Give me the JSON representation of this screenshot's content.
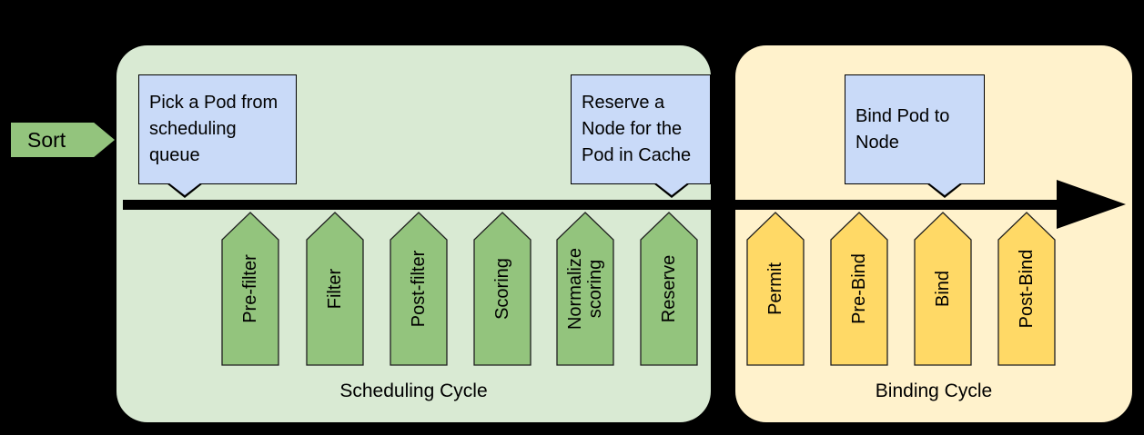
{
  "sort_arrow": {
    "label": "Sort"
  },
  "scheduling_cycle": {
    "label": "Scheduling Cycle",
    "steps": [
      "Pre-filter",
      "Filter",
      "Post-filter",
      "Scoring",
      "Normalize scoring",
      "Reserve"
    ],
    "callouts": [
      {
        "text": "Pick a Pod from scheduling queue"
      },
      {
        "text": "Reserve a Node for the Pod in Cache"
      }
    ]
  },
  "binding_cycle": {
    "label": "Binding Cycle",
    "steps": [
      "Permit",
      "Pre-Bind",
      "Bind",
      "Post-Bind"
    ],
    "callouts": [
      {
        "text": "Bind Pod to Node"
      }
    ]
  },
  "colors": {
    "background": "#000000",
    "scheduling_panel": "#d9ead3",
    "binding_panel": "#fff2cc",
    "scheduling_step": "#93c47d",
    "binding_step": "#ffd966",
    "callout": "#c9daf8",
    "timeline_arrow": "#000000",
    "text": "#000000"
  }
}
